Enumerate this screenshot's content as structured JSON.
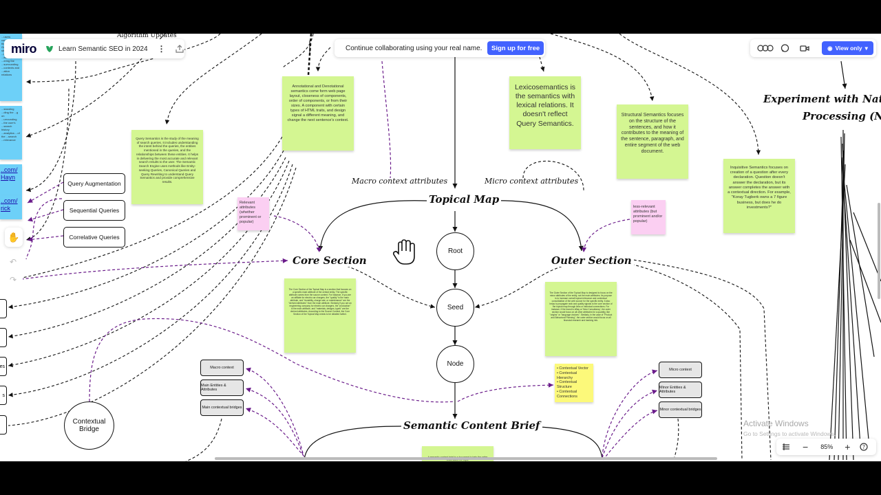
{
  "app": {
    "logo": "miro",
    "board_title": "Learn Semantic SEO in 2024",
    "board_icon": "green-leaf-icon",
    "accent": "#4262ff"
  },
  "banner": {
    "message": "Continue collaborating using your real name.",
    "signup_label": "Sign up for free"
  },
  "topright": {
    "view_label": "View only",
    "icons": [
      "reactions-icon",
      "comment-icon",
      "video-icon"
    ]
  },
  "zoom": {
    "level": "85%"
  },
  "canvas_text": {
    "algorithm_updates": "Algorithm Updates",
    "topical_map": "Topical Map",
    "core_section": "Core Section",
    "outer_section": "Outer Section",
    "semantic_content_brief": "Semantic Content Brief",
    "macro_context_attributes": "Macro context attributes",
    "micro_context_attributes": "Micro context attributes",
    "experiment_line1": "Experiment with Natural",
    "experiment_line2": "Processing (NLP)"
  },
  "nodes": {
    "root": "Root",
    "seed": "Seed",
    "node": "Node",
    "contextual_bridge": "Contextual Bridge"
  },
  "query_boxes": [
    "Query Augmentation",
    "Sequential Queries",
    "Correlative Queries"
  ],
  "left_gray_boxes": [
    "Macro context",
    "Main Entities & Attributes",
    "Main contextual bridges"
  ],
  "right_gray_boxes": [
    "Micro context",
    "Minor Entities & Attributes",
    "Minor contextual bridges"
  ],
  "stickies": {
    "annotational": "Annotational and Denotational semantics come form web page layout, closeness of components, order of components, or from their sizes. A component with certain types of HTML traits, and design signal a different meaning, and change the next sentence's context.",
    "lexico": "Lexicosemantics is the semantics with lexical relations. It doesn't reflect Query Semantics.",
    "structural": "Structural Semantics focuses on the structure of the sentences, and how it contributes to the meaning of the sentence, paragraph, and entire segment of the web document.",
    "inquisitive": "Inquisitive Semantics focuses on creation of a question after every declaration. Question doesn't answer the declaration, but its answer completes the answer with a contextual direction. For example, \"Koray Tugberk owns a 7 figure business, but does he do investments?\"",
    "query_semantics": "Query Semantics is the study of the meaning of search queries. It includes understanding the intent behind the queries, the entities mentioned in the queries, and the relationships between these entities. It helps in delivering the most accurate and relevant search results to the user. The Semantic Search Engine uses methods like Entity-seeking Queries, Canonical Queries and Query Rewriting to understand Query Semantics and provide comprehensive results.",
    "relevant_attrs": "Relevant attributes (whether prominent or popular)",
    "less_relevant": "less-relevant attributes (but prominent and/or popular)",
    "core_desc": "The Core Section of the Topical Map is a section that focuses on a specific main attribute of the central entity. The specific attribute comes from the source context. For instance, if you are an affiliate for electric car chargers, the \"quality\" is the main attribute, and \"durability, charge rate, or maintenance\" are the \"derived attributes\" from the main attribute. Similarly if you are an engineering company for electric car chargers, the \"production\" is the main attribute, and \"materials, designs, types\" are the derived attributes. According to the Source Context, the Core Section of the Topical Map needs to be detailed further.",
    "outer_desc": "The Outer Section of the Topical Map is designed to focus on the minor attributes of the entity, not the main attributes. Its purpose is to increase overall topical relevance and contextual consolidation of the web source for the specific entity. It also helps to propagate rank and quality signals to the core section of the topical map through links or historical connections. For instance, if the brand is eBay or 'New Consultancy', the outer section would focus on all other attributes for a quantity, like \"origins\" or \"language choices\". Similarly, in the case of \"Product and Behavioral Planning\", the outer section would focus on all financial research and banking info.",
    "contextual_list": "• Contextual Vector\n• Contextual Hierarchy\n• Contextual Structure\n• Contextual Connections",
    "bottom": "A semantic content brief is a document to help the writer understand the topic.",
    "blue1": "...users consistent of their ...ries for Google ...the structure of ...nding the ...ection, which ...ering the ...surrounding ...contexts and ...ation relations",
    "blue2": "...standing ...ding the ...g on ...urrounding ...the user's ...search history ...analytics ...of the ...search ...relevance",
    "blue3": "..com/\nHayn",
    "blue4": "..com/\nrick"
  },
  "watermark": {
    "line1": "Activate Windows",
    "line2": "Go to Settings to activate Windows."
  }
}
